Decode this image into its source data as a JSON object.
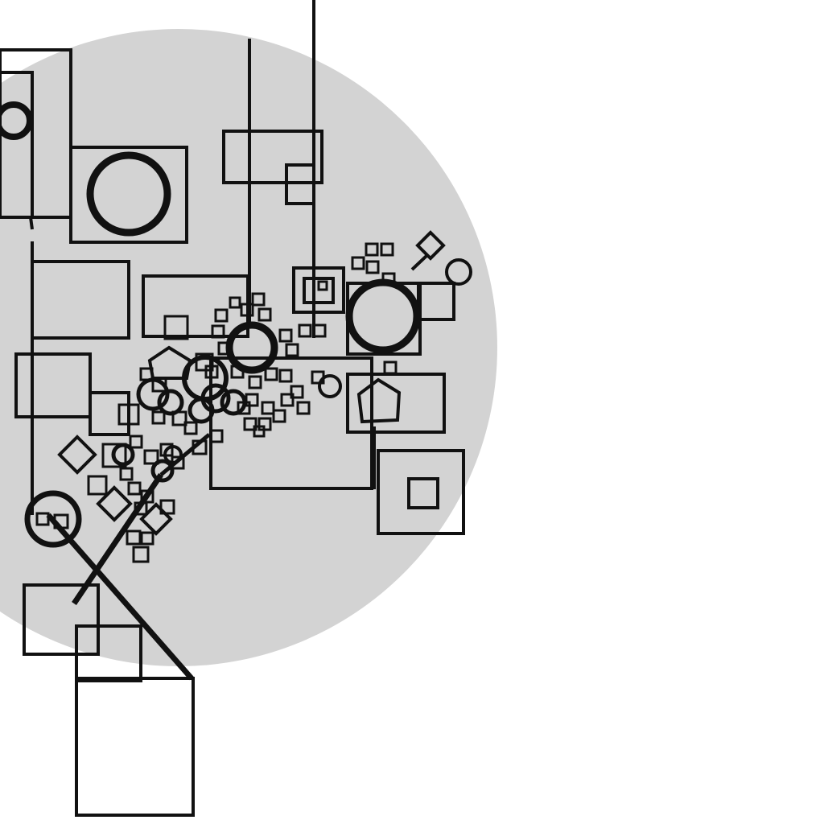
{
  "colors": {
    "background": "#ffffff",
    "disc": "#d3d3d3",
    "stroke": "#111111"
  },
  "composition": {
    "large_squares": 16,
    "small_squares": 60,
    "circles": 14,
    "diamonds": 4,
    "pentagons": 2,
    "lines": 6
  }
}
